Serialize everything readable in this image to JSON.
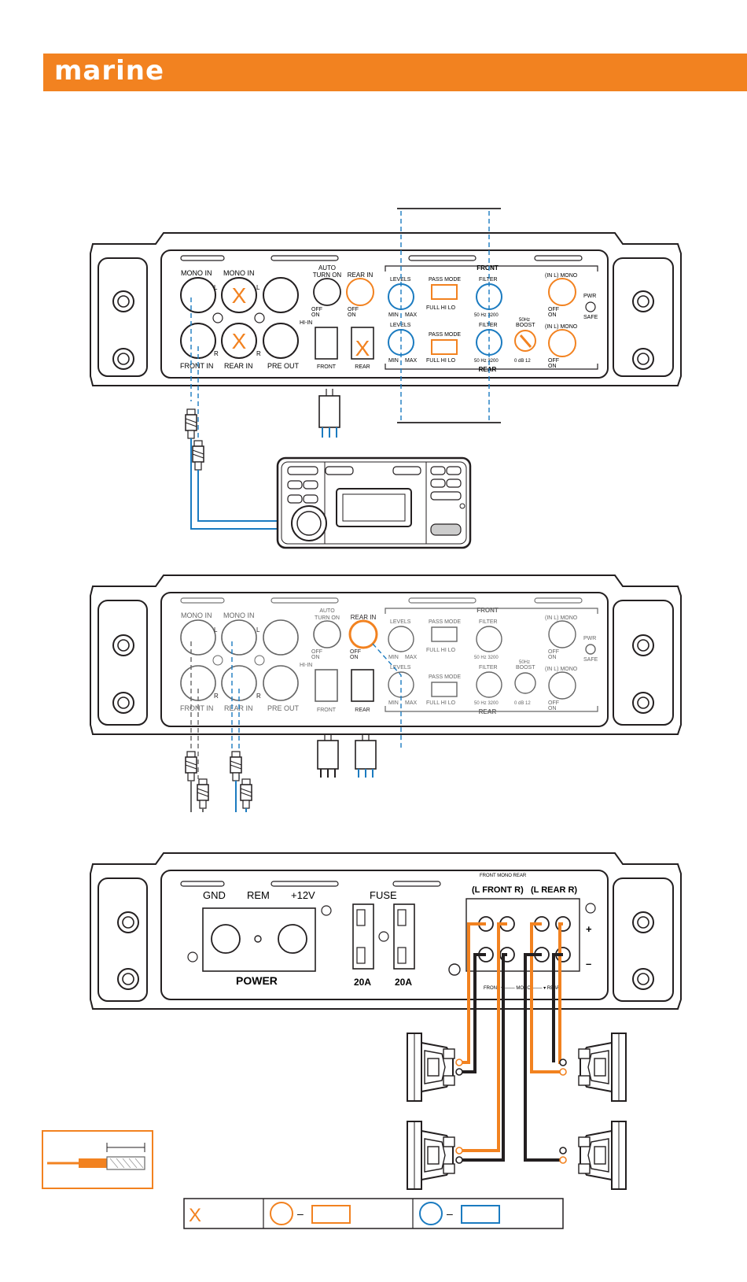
{
  "header": {
    "brand": "marine",
    "color": "#f28220"
  },
  "colors": {
    "orange": "#f28220",
    "blue": "#1b7bc0",
    "black": "#231f20",
    "grey": "#666666"
  },
  "panel": {
    "mono_in": "MONO IN",
    "front_in": "FRONT IN",
    "rear_in": "REAR IN",
    "pre_out": "PRE OUT",
    "left": "L",
    "right": "R",
    "x_mark": "X",
    "auto": "AUTO",
    "turn_on": "TURN ON",
    "rear_in_switch": "REAR IN",
    "off": "OFF",
    "on": "ON",
    "hi_in": "HI-IN",
    "front": "FRONT",
    "rear": "REAR",
    "front_header": "FRONT",
    "rear_header": "REAR",
    "levels": "LEVELS",
    "min": "MIN",
    "max": "MAX",
    "pass_mode": "PASS MODE",
    "pass_options": "FULL  HI   LO",
    "filter": "FILTER",
    "filter_range": "50  Hz  3200",
    "boost_top": "50Hz",
    "boost": "BOOST",
    "boost_range": "0  dB  12",
    "in_l_mono": "(IN L) MONO",
    "pwr": "PWR",
    "safe": "SAFE"
  },
  "power_panel": {
    "gnd": "GND",
    "rem": "REM",
    "plus12v": "+12V",
    "fuse": "FUSE",
    "power": "POWER",
    "fuse_a": "20A",
    "fuse_b": "20A",
    "front_mono_rear": "FRONT MONO REAR",
    "front_group": "(L  FRONT  R)",
    "rear_group": "(L  REAR  R)",
    "plus": "+",
    "minus": "–",
    "bottom_label": "FRONT ▾ ─── MONO ─── ▾ REAR"
  },
  "legend": {
    "x_mark": "X",
    "dash": "–"
  }
}
